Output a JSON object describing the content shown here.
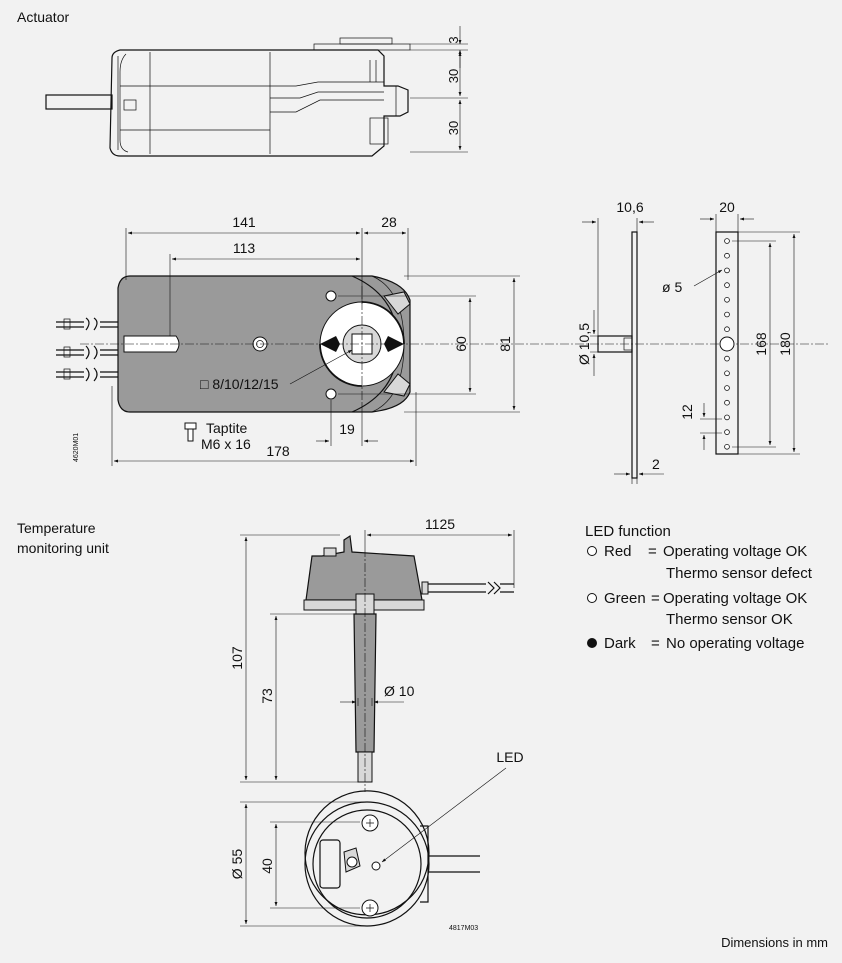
{
  "titles": {
    "actuator": "Actuator",
    "temperature_unit_line1": "Temperature",
    "temperature_unit_line2": "monitoring unit",
    "footer": "Dimensions in mm",
    "drawing_code_1": "4620M01",
    "drawing_code_2": "4817M03"
  },
  "actuator_side_dims": [
    "3",
    "30",
    "30"
  ],
  "actuator_front_dims": {
    "d141": "141",
    "d113": "113",
    "d28": "28",
    "d60": "60",
    "d81": "81",
    "d19": "19",
    "d178": "178",
    "shaft": "□ 8/10/12/15",
    "screw_line1": "Taptite",
    "screw_line2": "M6 x 16"
  },
  "lever_dims": {
    "d106": "10,6",
    "d105": "Ø 10,5",
    "d2": "2"
  },
  "bracket_dims": {
    "d20": "20",
    "d5": "ø  5",
    "d168": "168",
    "d180": "180",
    "d12": "12"
  },
  "monitor_dims": {
    "d1125": "1125",
    "d107": "107",
    "d73": "73",
    "d10": "Ø 10",
    "d55": "Ø 55",
    "d40": "40",
    "led": "LED"
  },
  "led_function": {
    "heading": "LED function",
    "rows": [
      {
        "symbol": "O",
        "name": "Red",
        "eq": "=",
        "line1": "Operating voltage OK",
        "line2": "Thermo sensor defect"
      },
      {
        "symbol": "O",
        "name": "Green",
        "eq": "=",
        "line1": "Operating voltage  OK",
        "line2": "Thermo sensor  OK"
      },
      {
        "symbol": "●",
        "name": "Dark",
        "eq": "=",
        "line1": "No operating voltage",
        "line2": ""
      }
    ]
  }
}
